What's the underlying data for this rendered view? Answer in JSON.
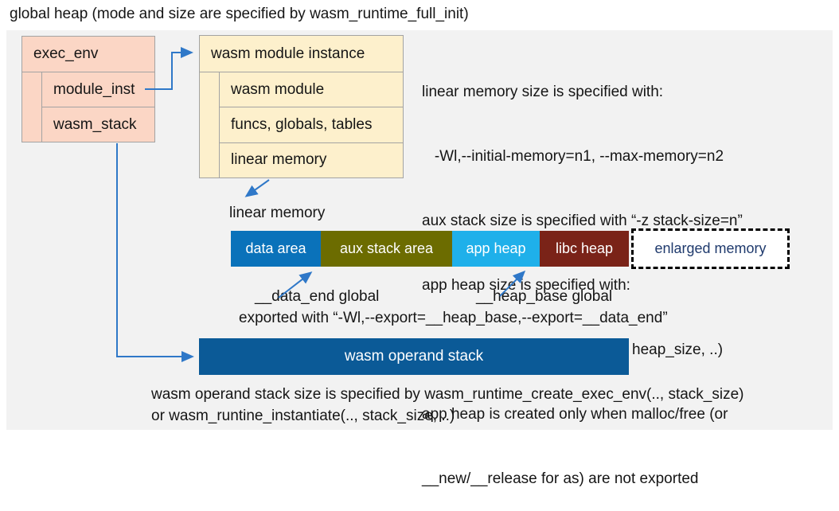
{
  "title": "global heap (mode and size are specified by wasm_runtime_full_init)",
  "exec_env_box": {
    "header": "exec_env",
    "children": [
      "module_inst",
      "wasm_stack"
    ]
  },
  "module_instance_box": {
    "header": "wasm module instance",
    "children": [
      "wasm module",
      "funcs, globals, tables",
      "linear memory"
    ]
  },
  "notes_right": {
    "lines": [
      "linear memory size is specified with:",
      "   -Wl,--initial-memory=n1, --max-memory=n2",
      "aux stack size is specified with “-z stack-size=n”",
      "app heap size is specified with:",
      "   wasm_runtime_instantiate(.., heap_size, ..)",
      "app heap is created only when malloc/free (or",
      "__new/__release for as) are not exported"
    ]
  },
  "linear_memory": {
    "label": "linear memory",
    "segments": [
      {
        "label": "data area",
        "color": "#0a72ba"
      },
      {
        "label": "aux stack area",
        "color": "#6c6c00"
      },
      {
        "label": "app heap",
        "color": "#1fb0ea"
      },
      {
        "label": "libc heap",
        "color": "#7a2318"
      },
      {
        "label": "enlarged memory",
        "color": "#ffffff",
        "text_color": "#1f3a6d",
        "border": "dashed"
      }
    ]
  },
  "globals_annotation": {
    "data_end": "__data_end global",
    "heap_base": "__heap_base global",
    "exported": "exported with “-Wl,--export=__heap_base,--export=__data_end”"
  },
  "operand_stack": {
    "label": "wasm operand stack",
    "color": "#0b5a97"
  },
  "bottom_note": {
    "lines": [
      "wasm operand stack size is specified by wasm_runtime_create_exec_env(.., stack_size)",
      "or wasm_runtine_instantiate(.., stack_size, ..)"
    ]
  },
  "colors": {
    "panel_bg": "#f2f2f2",
    "exec_env_fill": "#fbd6c5",
    "module_instance_fill": "#fdf0cc",
    "wire_blue": "#2f78c8",
    "enlarged_text": "#1f3a6d"
  }
}
